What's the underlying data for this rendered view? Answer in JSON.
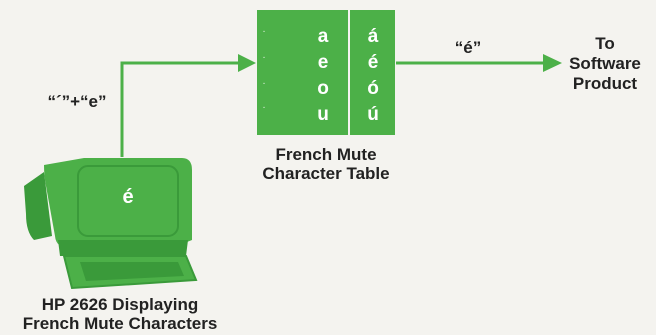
{
  "colors": {
    "green": "#4cb048",
    "dark_green": "#3a9a3a",
    "text": "#222222",
    "background": "#f4f3ef"
  },
  "terminal": {
    "screen_char": "é",
    "caption_line1": "HP 2626 Displaying",
    "caption_line2": "French Mute Characters"
  },
  "input_label": "“´”+“e”",
  "table": {
    "mute_column": [
      ".",
      ".",
      ".",
      "."
    ],
    "base_column": [
      "a",
      "e",
      "o",
      "u"
    ],
    "result_column": [
      "á",
      "é",
      "ó",
      "ú"
    ],
    "caption_line1": "French Mute",
    "caption_line2": "Character Table"
  },
  "output_label": "“é”",
  "destination": {
    "line1": "To",
    "line2": "Software",
    "line3": "Product"
  }
}
